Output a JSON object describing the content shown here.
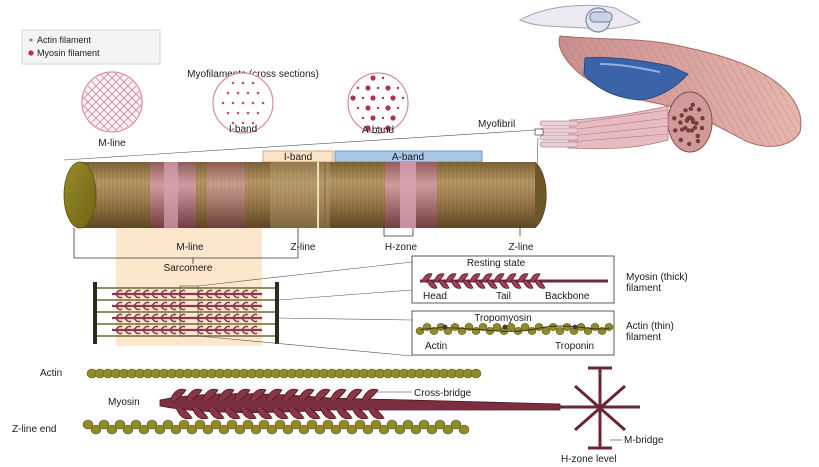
{
  "legend": {
    "items": [
      {
        "label": "Actin filament",
        "color": "#8a8a8a"
      },
      {
        "label": "Myosin filament",
        "color": "#b0325a"
      }
    ]
  },
  "cross_sections": {
    "title": "Myofilaments (cross sections)",
    "items": [
      {
        "label": "M-line"
      },
      {
        "label": "I-band"
      },
      {
        "label": "A-band"
      }
    ]
  },
  "myofibril": {
    "label": "Myofibril",
    "band_labels": {
      "i_band": "I-band",
      "a_band": "A-band"
    },
    "marks": {
      "m_line": "M-line",
      "z_line_1": "Z-line",
      "h_zone": "H-zone",
      "z_line_2": "Z-line"
    },
    "sarcomere": "Sarcomere"
  },
  "myosin_detail": {
    "title": "Resting state",
    "parts": {
      "head": "Head",
      "tail": "Tail",
      "backbone": "Backbone"
    },
    "caption_line1": "Myosin (thick)",
    "caption_line2": "filament"
  },
  "actin_detail": {
    "title": "Tropomyosin",
    "parts": {
      "actin": "Actin",
      "troponin": "Troponin"
    },
    "caption_line1": "Actin (thin)",
    "caption_line2": "filament"
  },
  "bottom_detail": {
    "actin": "Actin",
    "myosin": "Myosin",
    "z_line_end": "Z-line end",
    "cross_bridge": "Cross-bridge",
    "m_bridge": "M-bridge",
    "h_zone_level": "H-zone level"
  },
  "colors": {
    "actin_bead": "#8f8a2c",
    "myosin": "#8a3a4e",
    "fibril_brown": "#9a7a4c",
    "fibril_pink": "#c7809a",
    "i_band_fill": "#fbe3c4",
    "a_band_fill": "#a8c8ea",
    "muscle_pink": "#d29a98"
  }
}
